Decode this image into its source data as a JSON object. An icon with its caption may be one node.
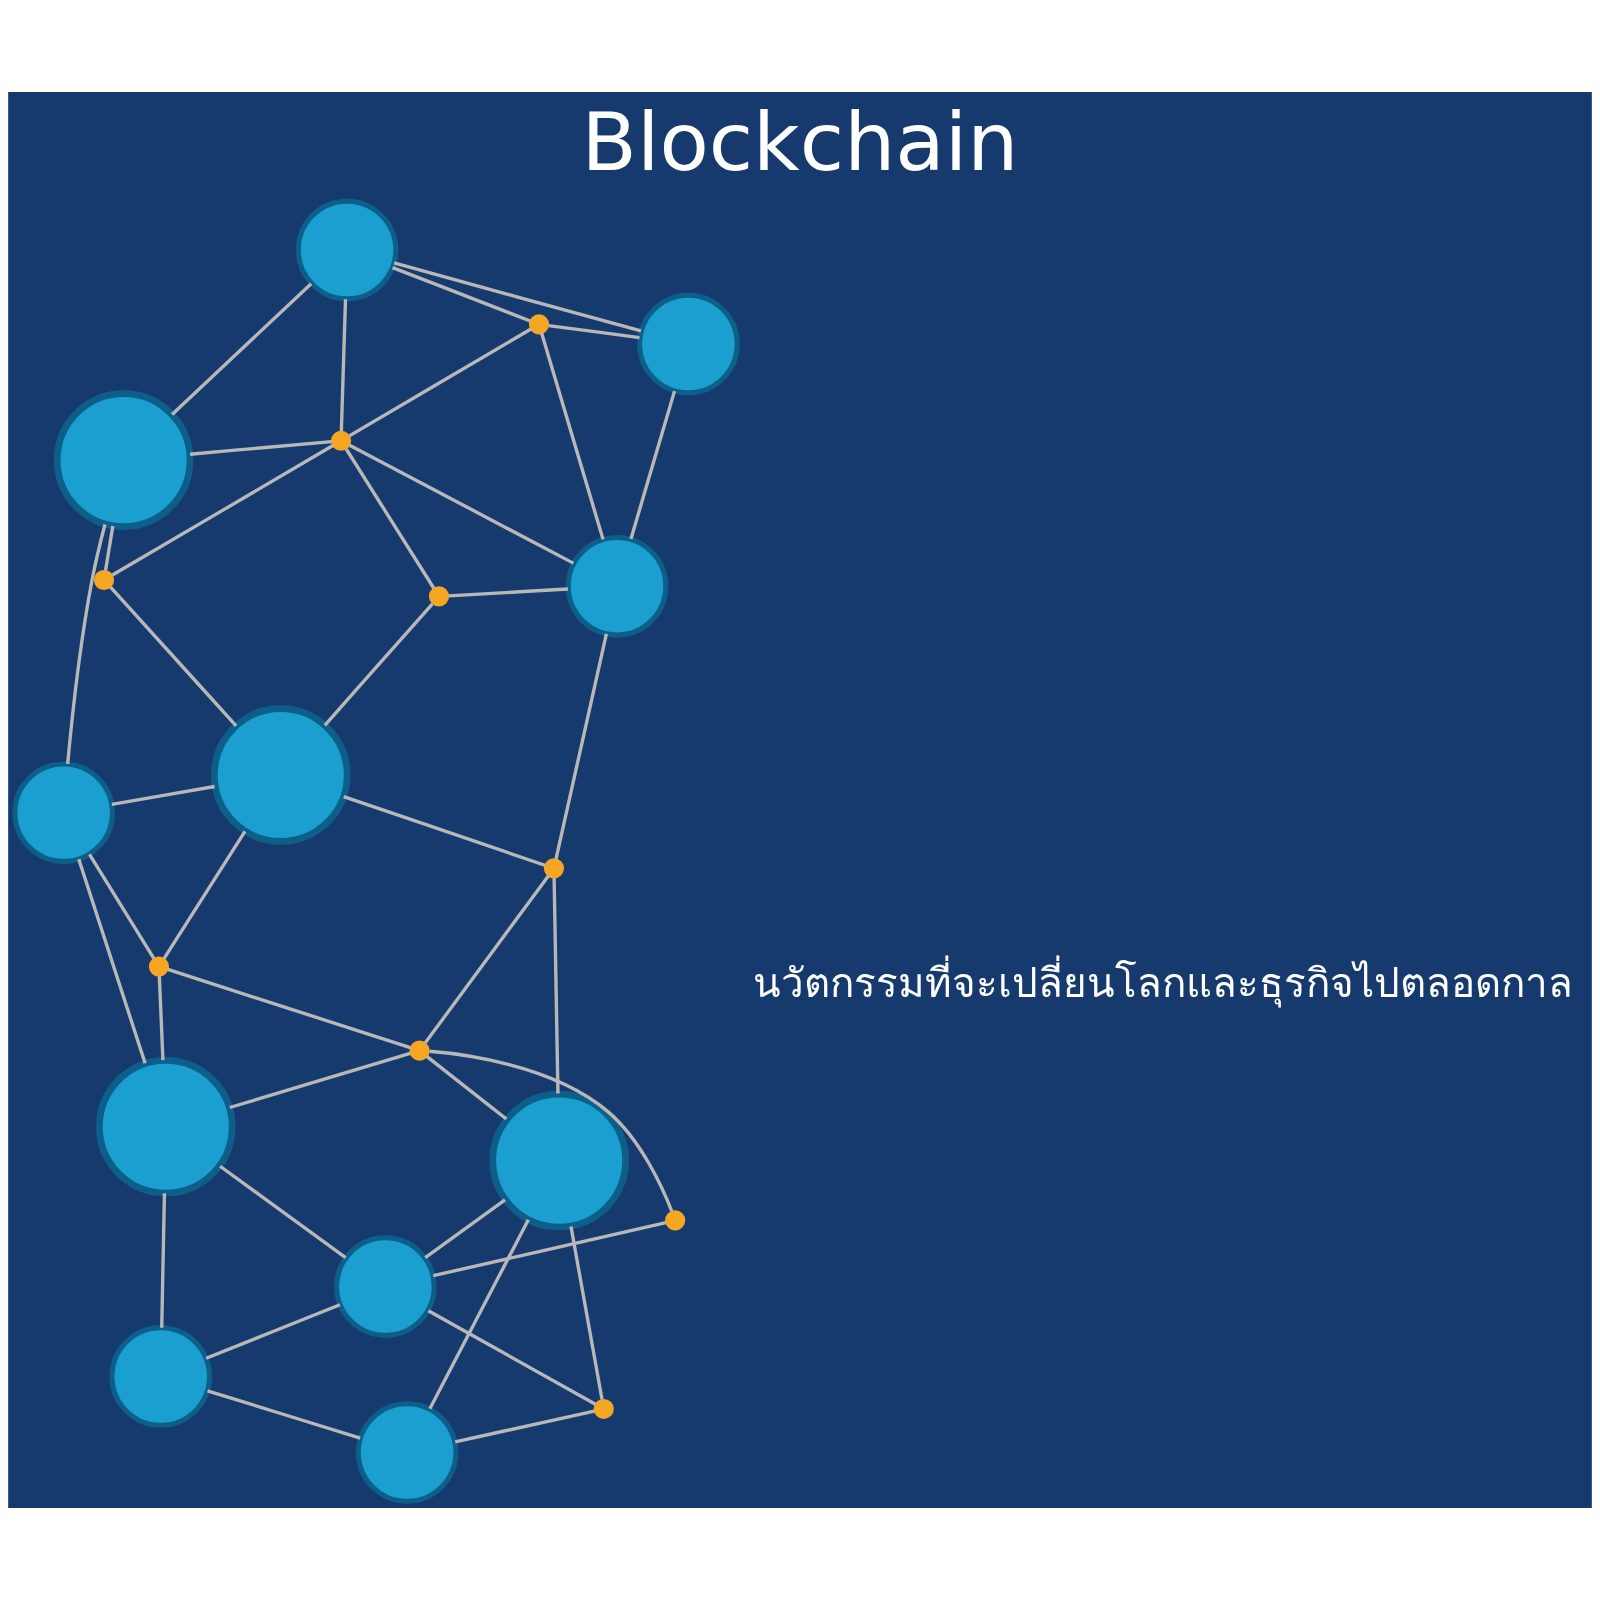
{
  "diagram": {
    "title": "Blockchain",
    "nodes": [
      {
        "text": [],
        "shape": "circle"
      },
      {
        "text": [],
        "shape": "circle"
      },
      {
        "text": [],
        "shape": "circle"
      },
      {
        "text": [],
        "shape": "circle"
      },
      {
        "text": [],
        "shape": "circle"
      },
      {
        "text": [],
        "shape": "circle"
      },
      {
        "text": [],
        "shape": "circle"
      },
      {
        "text": [],
        "shape": "circle"
      },
      {
        "text": [],
        "shape": "circle"
      },
      {
        "text": [],
        "shape": "circle"
      },
      {
        "text": [],
        "shape": "circle"
      },
      {
        "text": [],
        "shape": "circle"
      },
      {
        "text": [],
        "shape": "circle"
      },
      {
        "text": [],
        "shape": "circle"
      },
      {
        "text": [],
        "shape": "circle"
      },
      {
        "text": [],
        "shape": "circle"
      },
      {
        "text": [],
        "shape": "circle"
      },
      {
        "text": [],
        "shape": "circle"
      },
      {
        "text": [],
        "shape": "circle"
      },
      {
        "text": [],
        "shape": "circle"
      }
    ],
    "edges": [
      {
        "from": 1,
        "to": 0,
        "arrow": "none"
      },
      {
        "from": 1,
        "to": 2,
        "arrow": "none"
      },
      {
        "from": 2,
        "to": 0,
        "arrow": "none"
      },
      {
        "from": 2,
        "to": 5,
        "arrow": "none"
      },
      {
        "from": 1,
        "to": 12,
        "arrow": "none"
      },
      {
        "from": 5,
        "to": 0,
        "arrow": "none"
      },
      {
        "from": 5,
        "to": 6,
        "arrow": "none"
      },
      {
        "from": 6,
        "to": 8,
        "arrow": "none"
      },
      {
        "from": 0,
        "to": 8,
        "arrow": "none"
      },
      {
        "from": 0,
        "to": 3,
        "arrow": "none"
      },
      {
        "from": 3,
        "to": 4,
        "arrow": "none"
      },
      {
        "from": 3,
        "to": 10,
        "arrow": "none"
      },
      {
        "from": 8,
        "to": 3,
        "arrow": "none"
      },
      {
        "from": 8,
        "to": 14,
        "arrow": "none"
      },
      {
        "from": 5,
        "to": 12,
        "arrow": "none"
      },
      {
        "from": 5,
        "to": 16,
        "arrow": "none"
      },
      {
        "from": 12,
        "to": 16,
        "arrow": "none"
      },
      {
        "from": 16,
        "to": 8,
        "arrow": "none"
      },
      {
        "from": 16,
        "to": 14,
        "arrow": "none"
      },
      {
        "from": 14,
        "to": 10,
        "arrow": "none"
      },
      {
        "from": 14,
        "to": 19,
        "arrow": "none"
      },
      {
        "from": 16,
        "to": 19,
        "arrow": "none"
      },
      {
        "from": 19,
        "to": 10,
        "arrow": "none"
      },
      {
        "from": 19,
        "to": 17,
        "arrow": "none"
      },
      {
        "from": 10,
        "to": 15,
        "arrow": "none"
      },
      {
        "from": 15,
        "to": 17,
        "arrow": "none"
      },
      {
        "from": 15,
        "to": 13,
        "arrow": "none"
      },
      {
        "from": 10,
        "to": 9,
        "arrow": "none"
      },
      {
        "from": 9,
        "to": 4,
        "arrow": "none"
      },
      {
        "from": 9,
        "to": 13,
        "arrow": "none"
      },
      {
        "from": 4,
        "to": 13,
        "arrow": "none"
      },
      {
        "from": 4,
        "to": 11,
        "arrow": "none"
      },
      {
        "from": 4,
        "to": 7,
        "arrow": "none"
      },
      {
        "from": 7,
        "to": 11,
        "arrow": "none"
      },
      {
        "from": 11,
        "to": 13,
        "arrow": "none"
      },
      {
        "from": 11,
        "to": 18,
        "arrow": "none"
      },
      {
        "from": 7,
        "to": 18,
        "arrow": "none"
      },
      {
        "from": 13,
        "to": 17,
        "arrow": "none"
      },
      {
        "from": 13,
        "to": 18,
        "arrow": "none"
      },
      {
        "from": 17,
        "to": 18,
        "arrow": "none"
      }
    ],
    "labels": [
      "นวัตกรรมที่จะเปลี่ยนโลกและธุรกิจไปตลอดกาล"
    ]
  }
}
